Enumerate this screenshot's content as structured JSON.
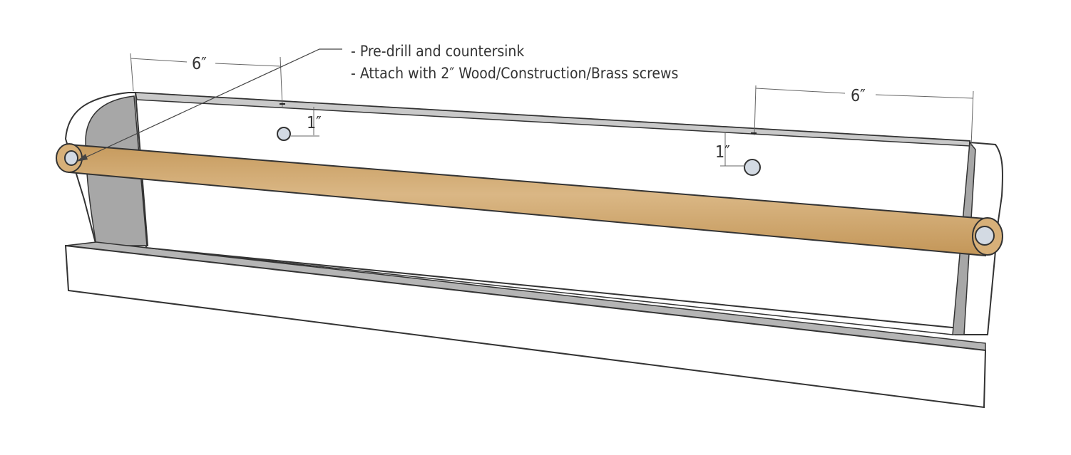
{
  "annotations": {
    "note_line_1": "- Pre-drill and countersink",
    "note_line_2": "- Attach with 2″ Wood/Construction/Brass screws"
  },
  "dimensions": {
    "left_horizontal": "6″",
    "right_horizontal": "6″",
    "left_vertical": "1″",
    "right_vertical": "1″"
  },
  "colors": {
    "dowel": "#d7b079",
    "side_panel_shadow": "#a7a7a7",
    "outline": "#333333",
    "screw_hole": "#d3dae3"
  }
}
